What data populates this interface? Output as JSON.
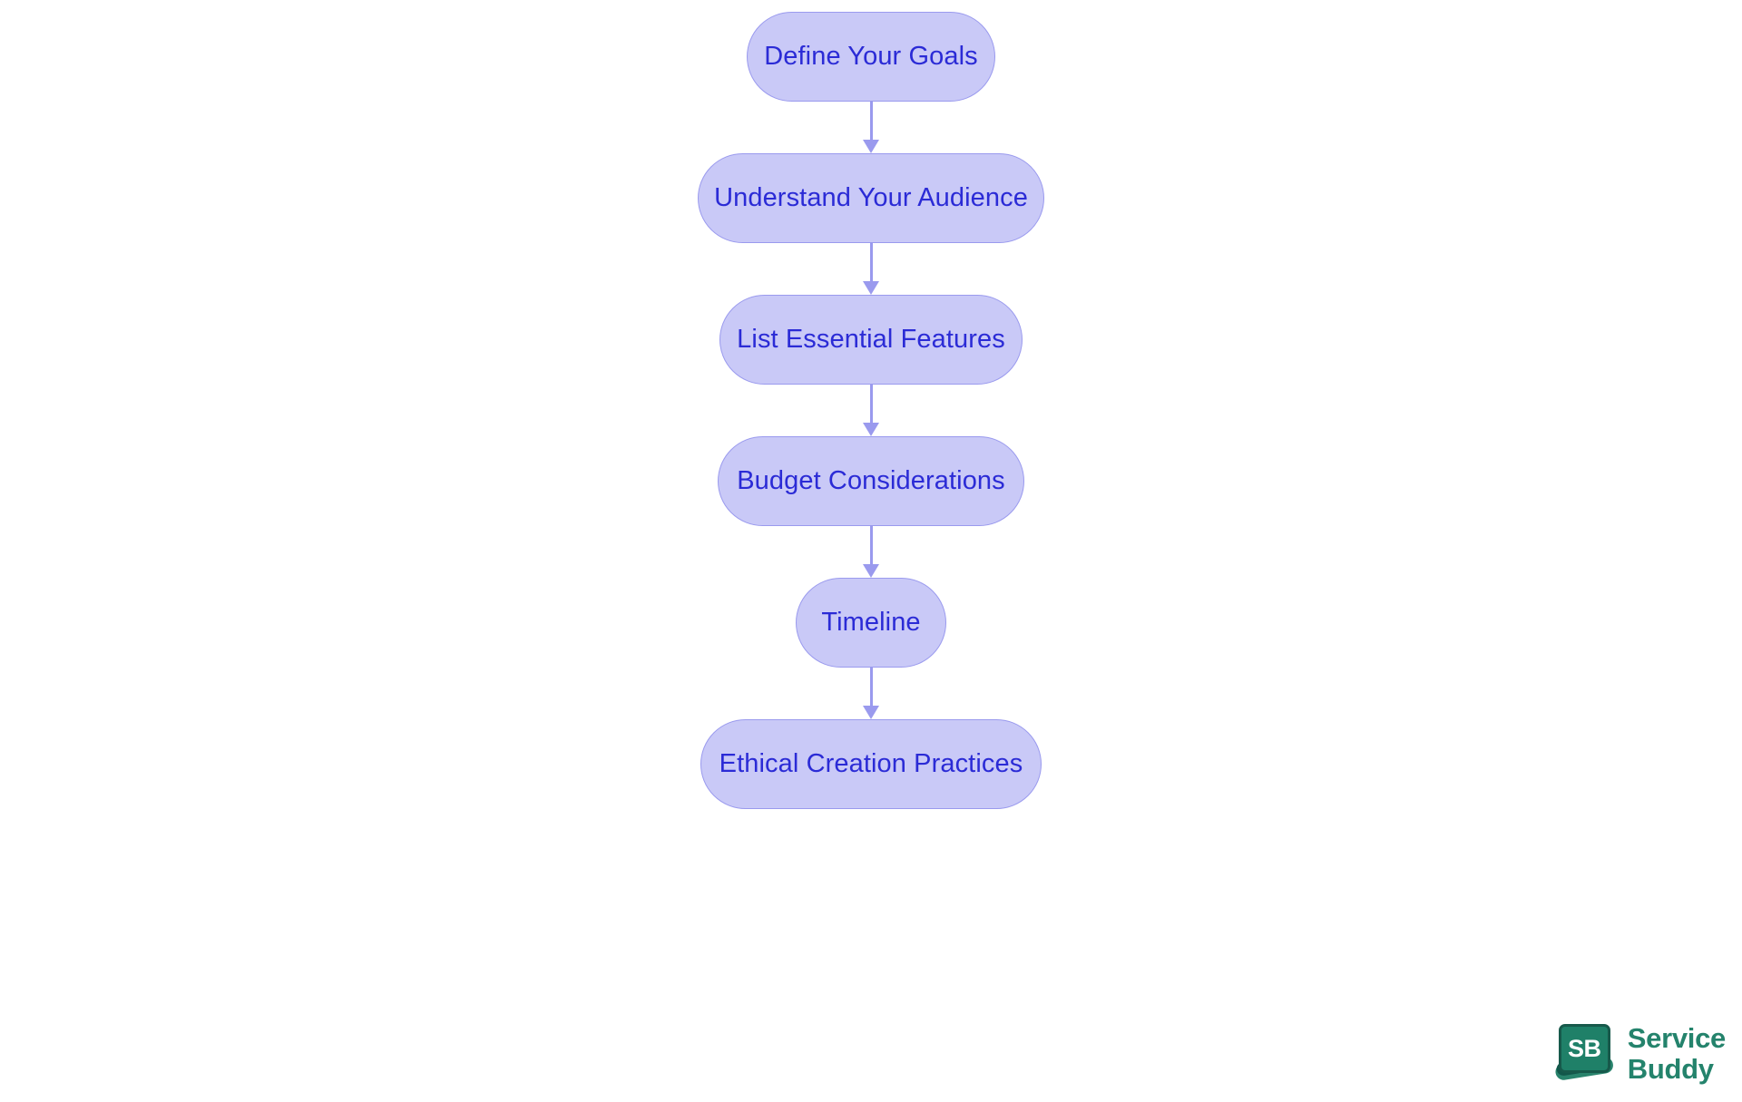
{
  "diagram": {
    "type": "vertical-flowchart",
    "orientation": "top-to-bottom",
    "background_color": "#ffffff",
    "node_fill_color": "#c9c9f7",
    "node_border_color": "#9a9aee",
    "node_text_color": "#2b2bd6",
    "connector_color": "#9a9aee",
    "nodes": [
      {
        "id": "goals",
        "label": "Define Your Goals"
      },
      {
        "id": "audience",
        "label": "Understand Your Audience"
      },
      {
        "id": "features",
        "label": "List Essential Features"
      },
      {
        "id": "budget",
        "label": "Budget Considerations"
      },
      {
        "id": "timeline",
        "label": "Timeline"
      },
      {
        "id": "ethical",
        "label": "Ethical Creation Practices"
      }
    ],
    "edges": [
      {
        "from": "goals",
        "to": "audience",
        "arrow": "down-arrow-icon"
      },
      {
        "from": "audience",
        "to": "features",
        "arrow": "down-arrow-icon"
      },
      {
        "from": "features",
        "to": "budget",
        "arrow": "down-arrow-icon"
      },
      {
        "from": "budget",
        "to": "timeline",
        "arrow": "down-arrow-icon"
      },
      {
        "from": "timeline",
        "to": "ethical",
        "arrow": "down-arrow-icon"
      }
    ]
  },
  "logo": {
    "mark_text": "SB",
    "name_line_1": "Service",
    "name_line_2": "Buddy",
    "mark_color": "#1f8068",
    "text_color": "#24836c"
  }
}
